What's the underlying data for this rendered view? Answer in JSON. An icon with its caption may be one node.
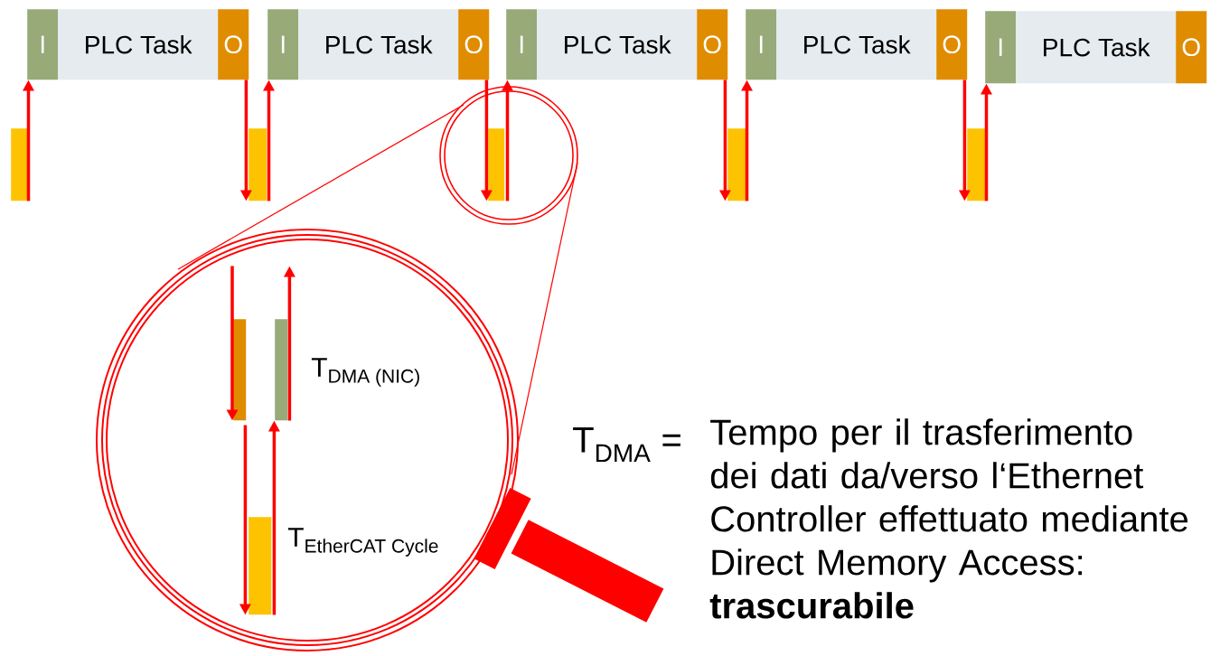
{
  "diagram": {
    "nodes": [
      {
        "text": [
          "I"
        ]
      },
      {
        "text": [
          "PLC Task"
        ]
      },
      {
        "text": [
          "O"
        ]
      },
      {
        "text": [
          "I"
        ]
      },
      {
        "text": [
          "PLC Task"
        ]
      },
      {
        "text": [
          "O"
        ]
      },
      {
        "text": [
          "I"
        ]
      },
      {
        "text": [
          "PLC Task"
        ]
      },
      {
        "text": [
          "O"
        ]
      },
      {
        "text": [
          "I"
        ]
      },
      {
        "text": [
          "PLC Task"
        ]
      },
      {
        "text": [
          "O"
        ]
      },
      {
        "text": [
          "I"
        ]
      },
      {
        "text": [
          "PLC Task"
        ]
      },
      {
        "text": [
          "O"
        ]
      },
      {
        "text": [],
        "shape": "bar"
      },
      {
        "text": [],
        "shape": "bar"
      },
      {
        "text": [],
        "shape": "bar"
      },
      {
        "text": [],
        "shape": "bar"
      },
      {
        "text": [],
        "shape": "bar"
      },
      {
        "text": [],
        "shape": "bar"
      },
      {
        "text": [],
        "shape": "bar"
      },
      {
        "text": [],
        "shape": "bar"
      }
    ],
    "edges": [
      {
        "from": 15,
        "to": 0,
        "arrow": "to"
      },
      {
        "from": 2,
        "to": 16,
        "arrow": "to"
      },
      {
        "from": 16,
        "to": 3,
        "arrow": "to"
      },
      {
        "from": 5,
        "to": 17,
        "arrow": "to"
      },
      {
        "from": 17,
        "to": 6,
        "arrow": "to"
      },
      {
        "from": 8,
        "to": 18,
        "arrow": "to"
      },
      {
        "from": 18,
        "to": 9,
        "arrow": "to"
      },
      {
        "from": 11,
        "to": 19,
        "arrow": "to"
      },
      {
        "from": 19,
        "to": 12,
        "arrow": "to"
      },
      {
        "from": null,
        "to": 20,
        "arrow": "to"
      },
      {
        "from": 21,
        "to": null,
        "arrow": "to"
      },
      {
        "from": 20,
        "to": 22,
        "arrow": "to"
      },
      {
        "from": 22,
        "to": 21,
        "arrow": "to"
      }
    ],
    "labels": [
      "\\text{T}_{\\text{DMA (NIC)}}",
      "\\text{T}_{\\text{EtherCAT Cycle}}",
      "\\text{T}_{\\text{DMA}}\\text{ =}",
      "Tempo per il trasferimento dei dati da/verso l‘Ethernet Controller effettuato mediante Direct Memory Access: **trascurabile**"
    ]
  }
}
